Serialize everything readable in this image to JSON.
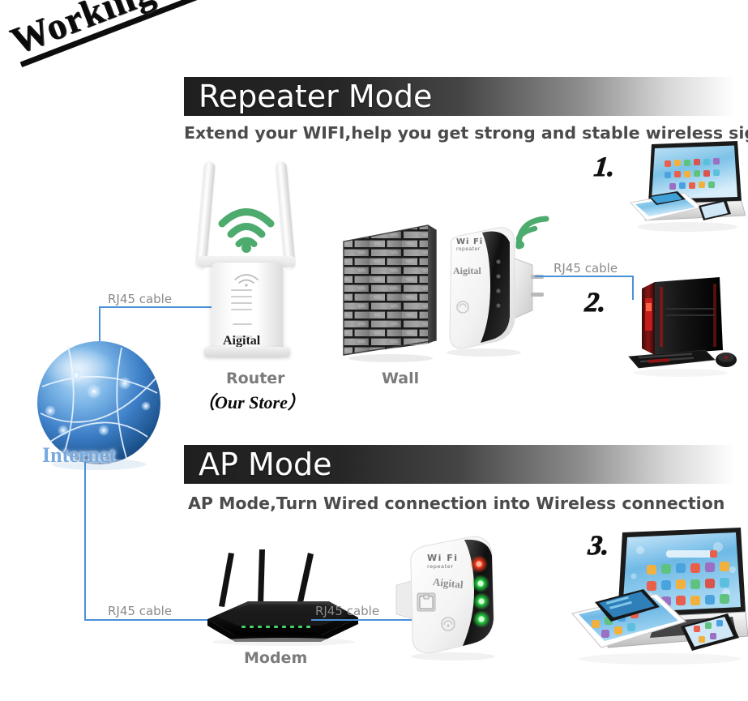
{
  "page": {
    "title": "Working Mode",
    "background": "#ffffff",
    "accent_blue": "#4a90d9",
    "wifi_green": "#4cab6d",
    "banner_dark": "#1f1f1f",
    "label_gray": "#7b7b7b"
  },
  "sections": [
    {
      "id": "repeater",
      "banner_label": "Repeater Mode",
      "subtitle": "Extend your WIFI,help you get strong and stable wireless signal",
      "nodes": [
        {
          "name": "Internet",
          "label": "Internet",
          "icon": "globe-icon"
        },
        {
          "name": "Router",
          "label": "Router",
          "sublabel": "（Our Store）",
          "brand": "Aigital"
        },
        {
          "name": "Wall",
          "label": "Wall",
          "icon": "brick-wall-icon"
        },
        {
          "name": "Repeater",
          "label": "",
          "brand": "Aigital",
          "device_text": "Wi Fi",
          "device_subtext": "repeater"
        }
      ],
      "cables": [
        {
          "label": "RJ45 cable",
          "from": "Internet",
          "to": "Router"
        },
        {
          "label": "RJ45 cable",
          "from": "Repeater",
          "to": "Desktop PC"
        }
      ],
      "clients": [
        {
          "marker": "1.",
          "name": "laptop-tablet-phone-cluster"
        },
        {
          "marker": "2.",
          "name": "desktop-pc"
        }
      ]
    },
    {
      "id": "ap",
      "banner_label": "AP Mode",
      "subtitle": "AP Mode,Turn Wired connection into Wireless connection",
      "nodes": [
        {
          "name": "Modem",
          "label": "Modem",
          "icon": "modem-icon"
        },
        {
          "name": "Repeater",
          "label": "",
          "brand": "Aigital",
          "device_text": "Wi Fi",
          "device_subtext": "repeater"
        }
      ],
      "cables": [
        {
          "label": "RJ45 cable",
          "from": "Internet",
          "to": "Modem"
        },
        {
          "label": "RJ45 cable",
          "from": "Modem",
          "to": "Repeater"
        }
      ],
      "clients": [
        {
          "marker": "3.",
          "name": "laptop-tablet-phone-cluster"
        }
      ]
    }
  ],
  "labels": {
    "rj45": "RJ45 cable",
    "router": "Router",
    "our_store": "（Our Store）",
    "wall": "Wall",
    "modem": "Modem",
    "internet": "Internet",
    "brand": "Aigital",
    "wifi_word": "Wi Fi",
    "repeater_word": "repeater",
    "marker1": "1.",
    "marker2": "2.",
    "marker3": "3."
  }
}
